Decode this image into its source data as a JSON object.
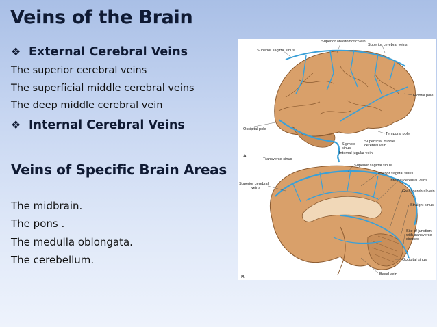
{
  "slide": {
    "title": "Veins of the Brain",
    "external_heading": "External Cerebral Veins",
    "external_items": [
      "The superior cerebral veins",
      "The superficial middle cerebral veins",
      "The deep middle cerebral vein"
    ],
    "internal_heading": "Internal Cerebral Veins",
    "specific_heading": "Veins of Specific Brain Areas",
    "specific_items": [
      "The midbrain.",
      "The pons .",
      "The medulla oblongata.",
      "The cerebellum."
    ],
    "bullet_icon": "diamond-bullet-icon"
  },
  "figure": {
    "panel_a": "A",
    "panel_b": "B",
    "a_labels": {
      "superior_anastomotic_vein": "Superior anastomotic vein",
      "superior_sagittal_sinus": "Superior sagittal sinus",
      "superior_cerebral_veins": "Superior cerebral veins",
      "frontal_pole": "Frontal pole",
      "occipital_pole": "Occipital pole",
      "temporal_pole": "Temporal pole",
      "sigmoid_sinus_1": "Sigmoid",
      "sigmoid_sinus_2": "sinus",
      "superficial_middle_1": "Superficial middle",
      "superficial_middle_2": "cerebral vein",
      "internal_jugular_vein": "Internal jugular vein",
      "transverse_sinus": "Transverse sinus"
    },
    "b_labels": {
      "superior_sagittal_sinus": "Superior sagittal sinus",
      "inferior_sagittal_sinus": "Inferior sagittal sinus",
      "superior_cerebral_1": "Superior cerebral",
      "superior_cerebral_2": "veins",
      "internal_cerebral_veins": "Internal cerebral veins",
      "great_cerebral_vein": "Great cerebral vein",
      "straight_sinus": "Straight sinus",
      "site_junction_1": "Site of junction",
      "site_junction_2": "with transverse",
      "site_junction_3": "sinuses",
      "occipital_sinus": "Occipital sinus",
      "basal_vein": "Basal vein"
    },
    "colors": {
      "brain": "#d9a06a",
      "brain_dark": "#b87a48",
      "vein": "#3aa0d8",
      "cerebellum": "#c98f5a"
    }
  }
}
